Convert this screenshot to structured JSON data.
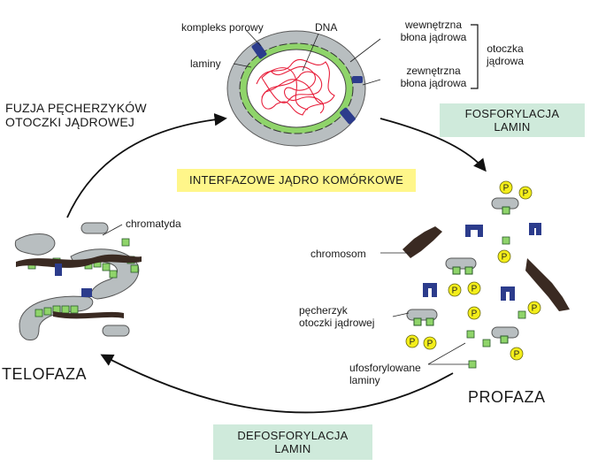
{
  "colors": {
    "nucleus_envelope": "#b8bec0",
    "nuclear_lamina": "#8fd46a",
    "pore_complex": "#2c3c8c",
    "dna": "#e8203c",
    "chromosome": "#3a2a22",
    "phosphate": "#f4ee1a",
    "box_green": "#cfeadb",
    "box_yellow": "#fff68a"
  },
  "labels": {
    "pore_complex": "kompleks porowy",
    "dna": "DNA",
    "lamins": "laminy",
    "inner_membrane": [
      "wewnętrzna",
      "błona jądrowa"
    ],
    "outer_membrane": [
      "zewnętrzna",
      "błona jądrowa"
    ],
    "envelope": [
      "otoczka",
      "jądrowa"
    ],
    "chromatid": "chromatyda",
    "chromosome": "chromosom",
    "vesicle": [
      "pęcherzyk",
      "otoczki jądrowej"
    ],
    "phospho_lamins": [
      "ufosforylowane",
      "laminy"
    ],
    "phosphate": "P"
  },
  "stages": {
    "interphase": "INTERFAZOWE JĄDRO KOMÓRKOWE",
    "prophase": "PROFAZA",
    "telophase": "TELOFAZA"
  },
  "processes": {
    "phosphorylation": [
      "FOSFORYLACJA",
      "LAMIN"
    ],
    "dephosphorylation": [
      "DEFOSFORYLACJA",
      "LAMIN"
    ],
    "fusion": [
      "FUZJA PĘCHERZYKÓW",
      "OTOCZKI JĄDROWEJ"
    ]
  }
}
